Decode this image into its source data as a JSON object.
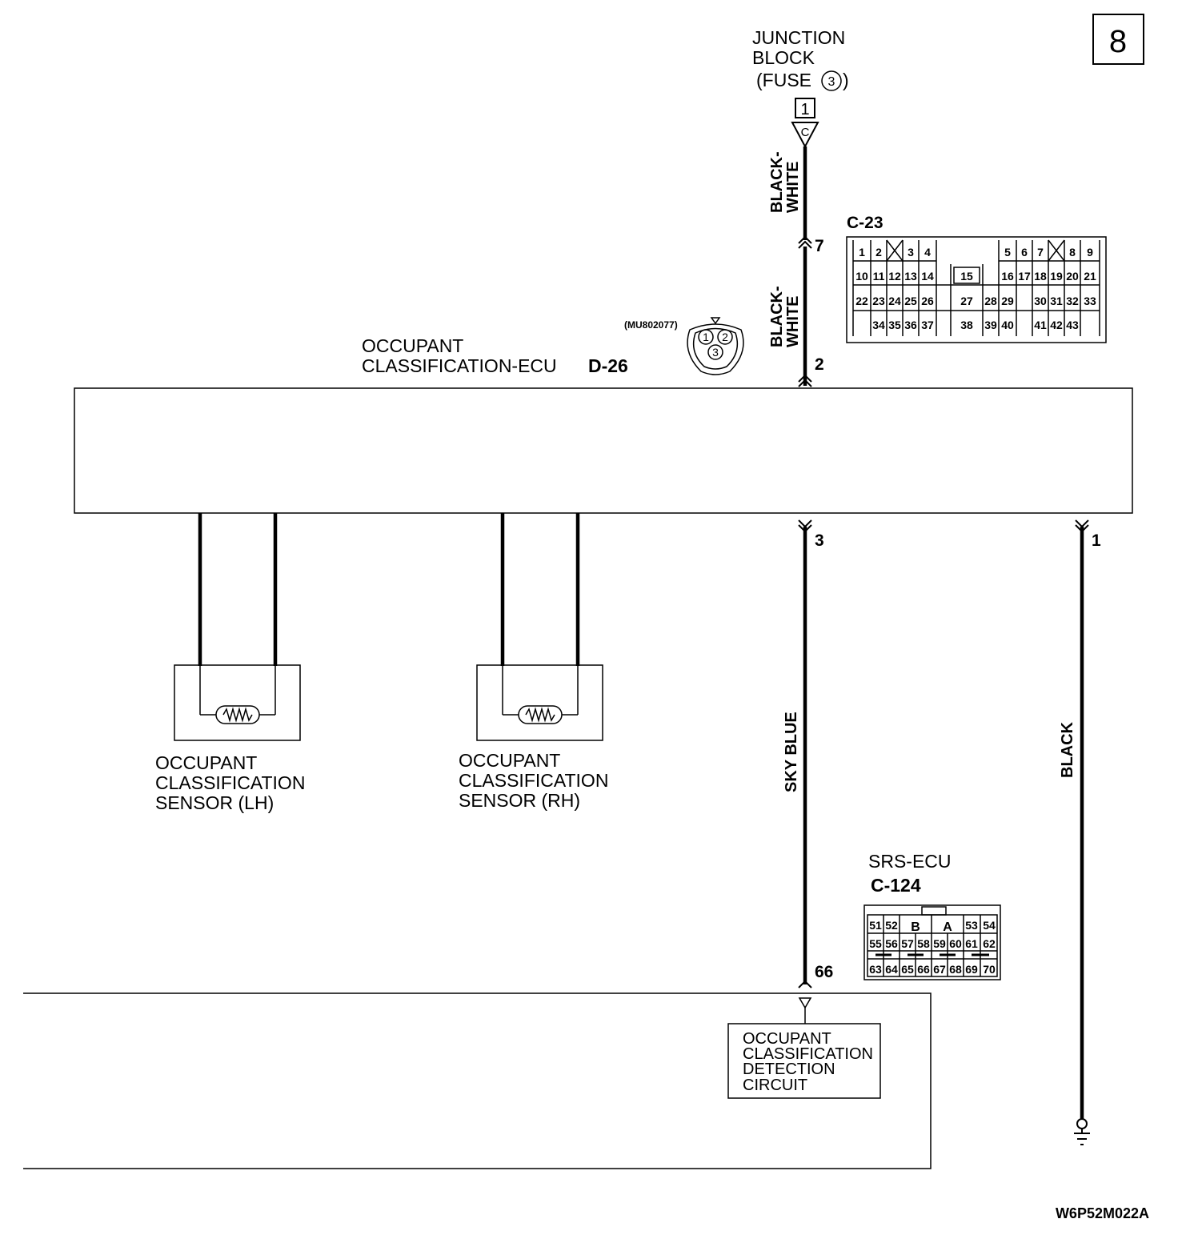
{
  "page_number": "8",
  "figure_code": "W6P52M022A",
  "junction_block": {
    "line1": "JUNCTION",
    "line2": "BLOCK",
    "line3_prefix": "(FUSE",
    "fuse_number": "3",
    "line3_suffix": ")",
    "terminal_box": "1",
    "connector_letter": "C"
  },
  "wires": {
    "black_white_1_line1": "BLACK-",
    "black_white_1_line2": "WHITE",
    "black_white_2_line1": "BLACK-",
    "black_white_2_line2": "WHITE",
    "sky_blue": "SKY BLUE",
    "black": "BLACK"
  },
  "pins": {
    "c23_pin7": "7",
    "d26_pin2": "2",
    "d26_pin3": "3",
    "d26_pin1": "1",
    "c124_pin66": "66"
  },
  "connector_c23": {
    "label": "C-23",
    "rows": [
      [
        "1",
        "2",
        "",
        "3",
        "4",
        "",
        "5",
        "6",
        "7",
        "",
        "8",
        "9"
      ],
      [
        "10",
        "11",
        "12",
        "13",
        "14",
        "15",
        "16",
        "17",
        "18",
        "19",
        "20",
        "21"
      ],
      [
        "22",
        "23",
        "24",
        "25",
        "26",
        "27",
        "28",
        "29",
        "30",
        "31",
        "32",
        "33"
      ],
      [
        "34",
        "35",
        "36",
        "37",
        "38",
        "39",
        "40",
        "41",
        "42",
        "43"
      ]
    ]
  },
  "connector_d26_face": {
    "part_number": "(MU802077)",
    "pins": [
      "1",
      "2",
      "3"
    ]
  },
  "ecu": {
    "line1": "OCCUPANT",
    "line2": "CLASSIFICATION-ECU",
    "connector": "D-26"
  },
  "sensor_lh": {
    "line1": "OCCUPANT",
    "line2": "CLASSIFICATION",
    "line3": "SENSOR (LH)"
  },
  "sensor_rh": {
    "line1": "OCCUPANT",
    "line2": "CLASSIFICATION",
    "line3": "SENSOR (RH)"
  },
  "srs_ecu": {
    "name": "SRS-ECU",
    "connector": "C-124",
    "row1": [
      "51",
      "52",
      "B",
      "A",
      "53",
      "54"
    ],
    "row2": [
      "55",
      "56",
      "57",
      "58",
      "59",
      "60",
      "61",
      "62"
    ],
    "row3": [
      "63",
      "64",
      "65",
      "66",
      "67",
      "68",
      "69",
      "70"
    ]
  },
  "detection_circuit": {
    "line1": "OCCUPANT",
    "line2": "CLASSIFICATION",
    "line3": "DETECTION",
    "line4": "CIRCUIT"
  }
}
